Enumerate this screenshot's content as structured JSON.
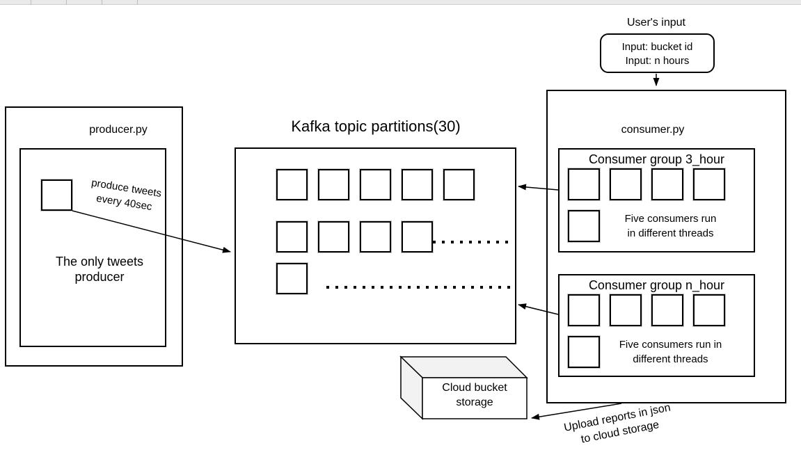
{
  "canvas": {
    "background": "#ffffff",
    "stroke_color": "#000000"
  },
  "topbar": {
    "background": "#e9e9e9",
    "border_color": "#cfcfcf",
    "divider_color": "#bdbdbd"
  },
  "user_input": {
    "label": "User's input",
    "lines": [
      "Input: bucket id",
      "Input: n hours"
    ]
  },
  "producer": {
    "title": "producer.py",
    "note_lines": [
      "produce tweets",
      "every 40sec"
    ],
    "body_lines": [
      "The only tweets",
      "producer"
    ]
  },
  "kafka": {
    "title": "Kafka topic partitions(30)",
    "row1_count": 5,
    "row2_count": 4,
    "row3_count": 1
  },
  "consumer": {
    "title": "consumer.py",
    "groups": [
      {
        "title": "Consumer group 3_hour",
        "note_lines": [
          "Five consumers run",
          "in different threads"
        ],
        "top_row_count": 4,
        "bottom_row_count": 1
      },
      {
        "title": "Consumer group n_hour",
        "note_lines": [
          "Five consumers run in",
          "different threads"
        ],
        "top_row_count": 4,
        "bottom_row_count": 1
      }
    ]
  },
  "storage": {
    "label_lines": [
      "Cloud bucket",
      "storage"
    ],
    "face_fill": "#ffffff",
    "side_fill": "#f2f2f2"
  },
  "upload_note": {
    "lines": [
      "Upload reports in json",
      "to cloud storage"
    ]
  }
}
